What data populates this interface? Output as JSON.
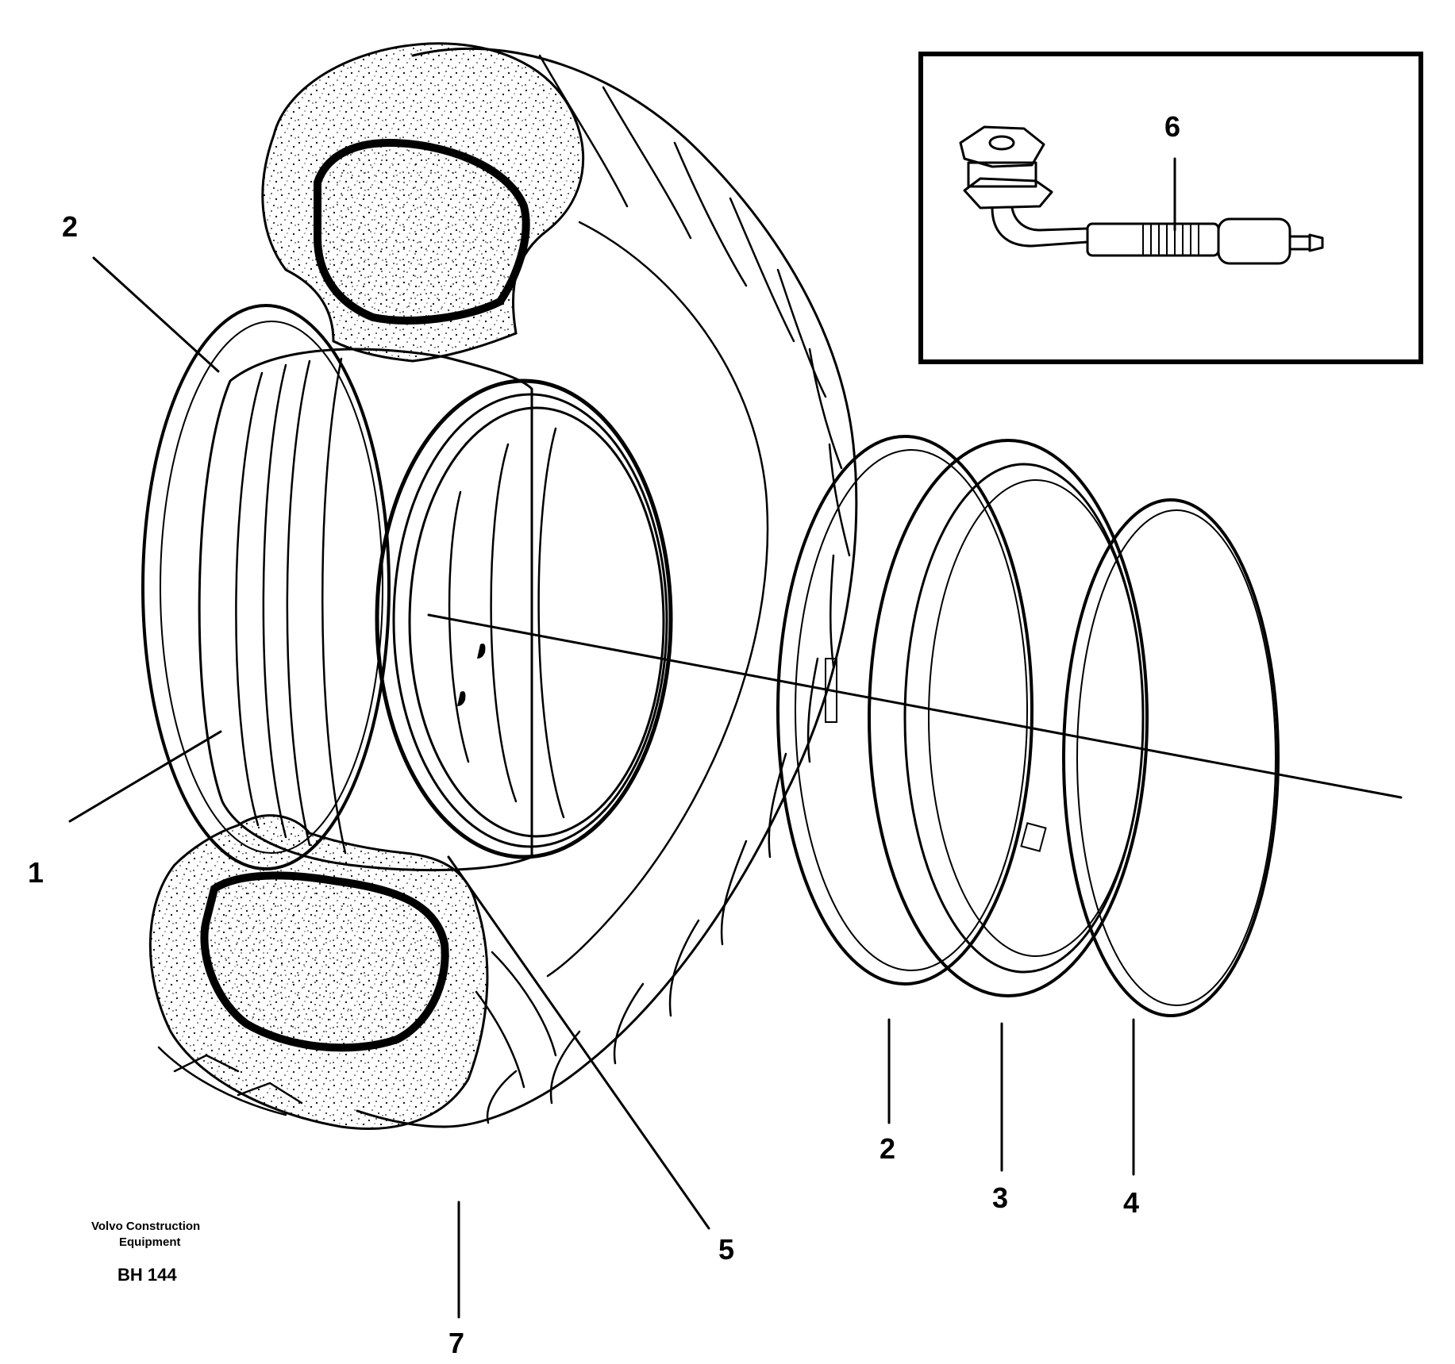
{
  "callouts": {
    "c1": "1",
    "c2_left": "2",
    "c2_right": "2",
    "c3": "3",
    "c4": "4",
    "c5": "5",
    "c6": "6",
    "c7": "7"
  },
  "credit": {
    "line1": "Volvo Construction",
    "line2": "Equipment",
    "code": "BH 144"
  }
}
